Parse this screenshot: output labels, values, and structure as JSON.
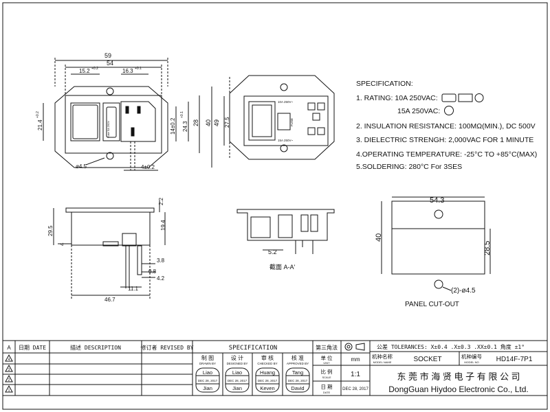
{
  "spec": {
    "title": "SPECIFICATION:",
    "rating_label": "1. RATING: 10A 250VAC:",
    "rating_15a": "15A 250VAC:",
    "insulation": "2. INSULATION RESISTANCE: 100MΩ(MIN.), DC 500V",
    "dielectric": "3. DIELECTRIC STRENGH: 2,000VAC FOR 1 MINUTE",
    "operating": "4.OPERATING TEMPERATURE: -25°C TO +85°C(MAX)",
    "soldering": "5.SOLDERING: 280°C For 3SES"
  },
  "front_view": {
    "dims": {
      "w59": "59",
      "w54": "54",
      "w15_2": "15.2",
      "w15_2_tol": "+0.2",
      "w16_3": "16.3",
      "w16_3_tol": "+0.1",
      "h21_4": "21.4",
      "h21_4_tol": "+0.2",
      "h14": "14±0.2",
      "h24": "24.3",
      "h24_tol": "+0.1",
      "h28": "28",
      "h40": "40",
      "h49": "49",
      "hole": "ø4.5",
      "w4": "4±0.2"
    },
    "fuse_text": "Fuse 5A 250V"
  },
  "rear_view": {
    "dim_27_5": "27.5",
    "label_10a": "10A 250V~",
    "label_15a": "15A 250V~",
    "label_fuse": "FUSE"
  },
  "side_view": {
    "dims": {
      "d2_2": "2.2",
      "d29_5": "29.5",
      "d19_4": "19.4",
      "d4": "4",
      "d3_8": "3.8",
      "d0_8": "0.8",
      "d4_2": "4.2",
      "d11_1": "11.1",
      "d46_7": "46.7"
    }
  },
  "section_view": {
    "dim_5_2": "5.2",
    "caption": "截面 A-A'"
  },
  "cutout": {
    "width": "54.3",
    "height": "40",
    "inner_height": "28.5",
    "holes": "(2)-ø4.5",
    "caption": "PANEL CUT-OUT"
  },
  "title_block": {
    "col_headers": [
      "日期 DATE",
      "描述 DESCRIPTION",
      "修订者 REVISED BY"
    ],
    "specification_header": "SPECIFICATION",
    "projection_label": "第三角法",
    "tolerances": "公差 TOLERANCES: X±0.4 .X±0.3 .XX±0.1 角度 ±1°",
    "rev_rows": [
      "4",
      "3",
      "2",
      "1"
    ],
    "row_letter": "A",
    "role_cn": [
      "制 图",
      "设 计",
      "审 核",
      "核 准"
    ],
    "role_en": [
      "DRAWN BY",
      "DESIGNED BY",
      "CHECKED BY",
      "APPROVED BY"
    ],
    "stamps": [
      {
        "top": "Liao",
        "date": "DEC 28, 2017",
        "bottom": "Jian"
      },
      {
        "top": "Liao",
        "date": "DEC 28, 2017",
        "bottom": "Jian"
      },
      {
        "top": "Huang",
        "date": "DEC 28, 2017",
        "bottom": "Keven"
      },
      {
        "top": "Tang",
        "date": "DEC 28, 2017",
        "bottom": "David"
      }
    ],
    "unit_cn": "单 位",
    "unit_en": "UNIT",
    "unit_value": "mm",
    "scale_cn": "比 例",
    "scale_en": "SCALE",
    "scale_value": "1:1",
    "date_cn": "日 期",
    "date_en": "DATE",
    "date_value": "DEC 28, 2017",
    "model_name_cn": "机种名称",
    "model_name_en": "MODEL NAME",
    "model_name_value": "SOCKET",
    "model_no_cn": "机种编号",
    "model_no_en": "MODEL NO",
    "model_no_value": "HD14F-7P1",
    "company_cn": "东 莞 市 海 贤 电 子 有 限 公 司",
    "company_en": "DongGuan Hiydoo Electronic  Co., Ltd."
  }
}
